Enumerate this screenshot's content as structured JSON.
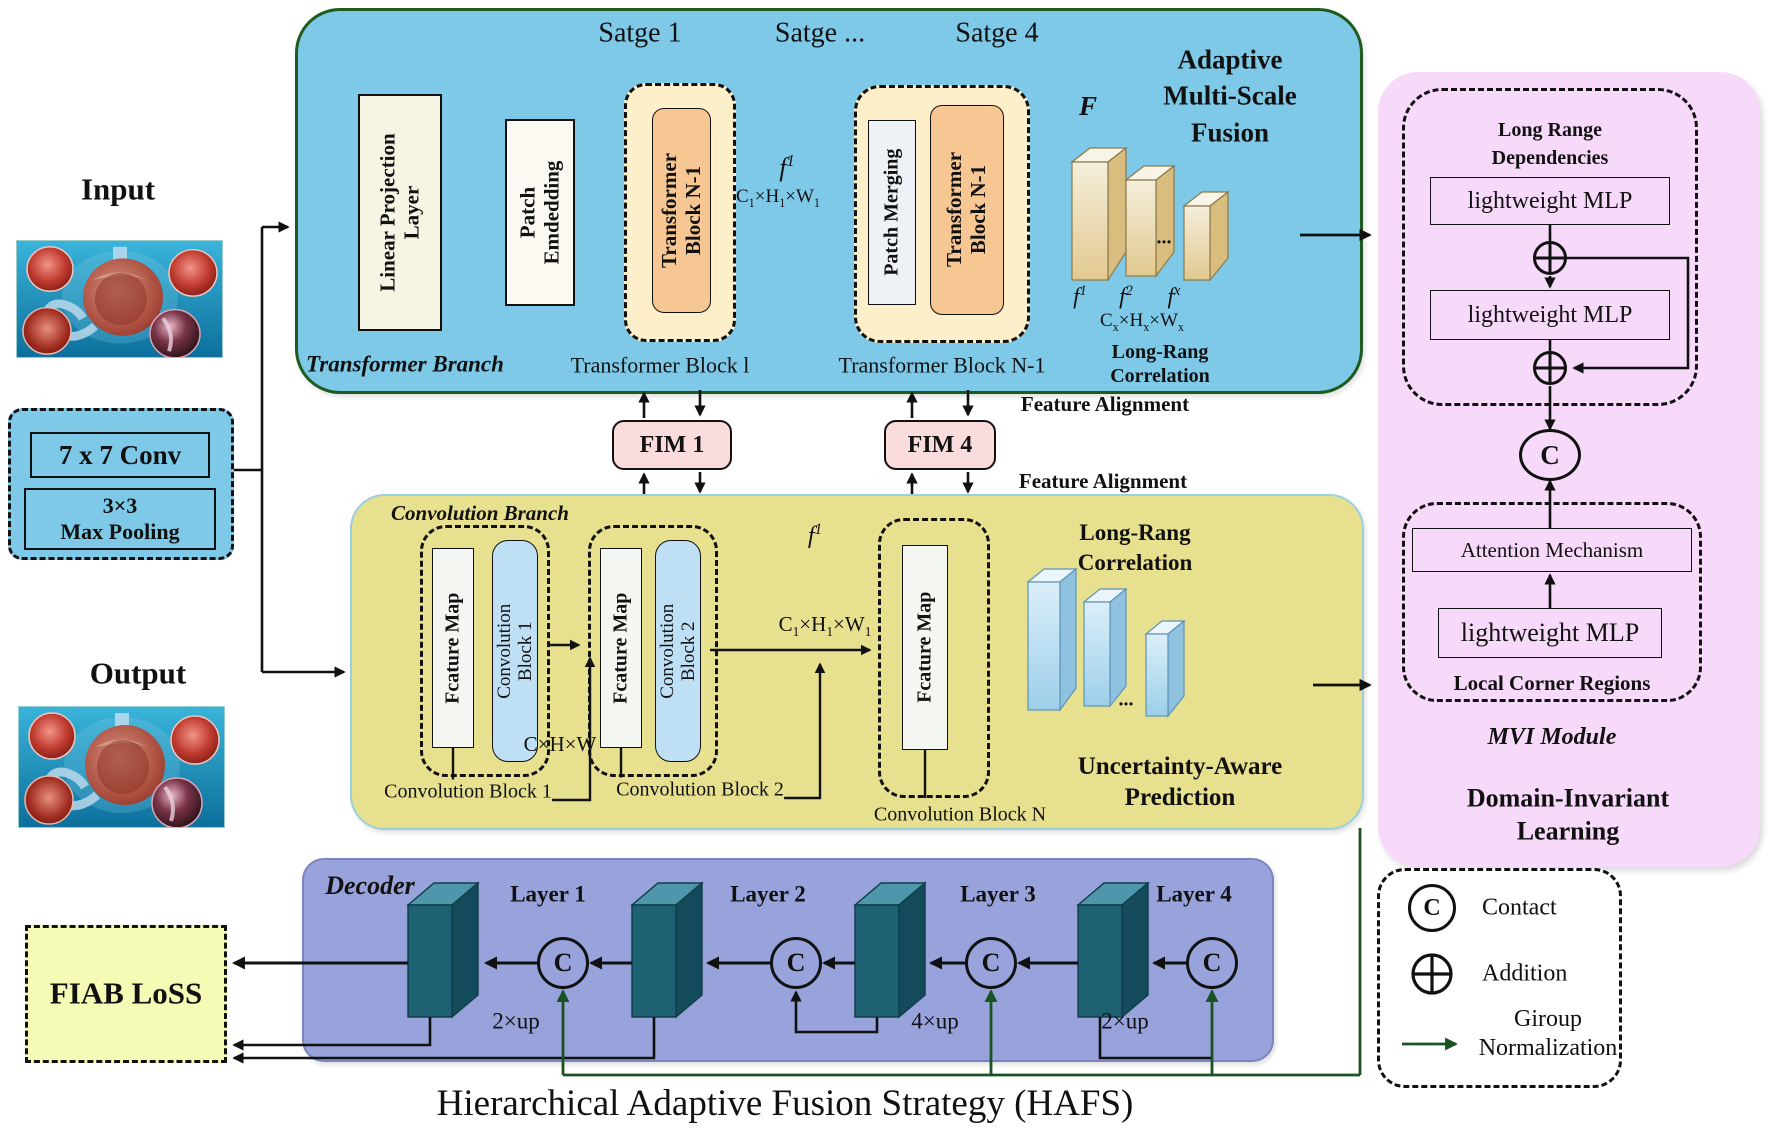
{
  "input": {
    "label": "Input"
  },
  "output": {
    "label": "Output"
  },
  "stem": {
    "conv": "7 x 7 Conv",
    "pool": "3×3\nMax Pooling"
  },
  "transformer_branch": {
    "stage_labels": [
      "Satge 1",
      "Satge ...",
      "Satge 4"
    ],
    "fusion_title": "Adaptive\nMulti-Scale\nFusion",
    "branch_label": "Transformer Branch",
    "linear_projection": "Linear Projection\nLayer",
    "patch_embedding": "Patch\nEmdedding",
    "block1_inner": "Transformer\nBlock N-1",
    "block1_caption": "Transformer Block l",
    "patch_merging": "Patch Merging",
    "blockN_inner": "Transformer\nBlock N-1",
    "blockN_caption": "Transformer Block N-1",
    "f1": "f1",
    "dim1": "C1×H1×W1",
    "F": "F",
    "feat1": "f1",
    "feat2": "f2",
    "featx": "fx",
    "dots": "...",
    "dimx": "Cx×Hx×Wx",
    "long_rang": "Long-Rang\nCorrelation"
  },
  "fim": {
    "fim1": "FIM 1",
    "fim4": "FIM 4",
    "alignment_top": "Feature Alignment",
    "alignment_bottom": "Feature Alignment"
  },
  "convolution_branch": {
    "branch_label": "Convolution Branch",
    "map1": "Fcature Map",
    "conv1": "Convolution\nBlock 1",
    "caption1": "Convolution Block 1",
    "map2": "Fcature Map",
    "conv2": "Convolution\nBlock 2",
    "caption2": "Convolution Block 2",
    "mapN": "Fcature Map",
    "captionN": "Convolution Block N",
    "dim0": "C×H×W",
    "f1": "f1",
    "dim1": "C1×H1×W1",
    "dots": "...",
    "long_rang": "Long-Rang\nCorrelation",
    "uncertainty": "Uncertainty-Aware\nPrediction"
  },
  "mvi": {
    "long_range_title": "Long Range\nDependencies",
    "mlp1": "lightweight MLP",
    "mlp2": "lightweight MLP",
    "concat": "C",
    "attention": "Attention Mechanism",
    "mlp3": "lightweight MLP",
    "local_title": "Local Corner Regions",
    "module_label": "MVI Module",
    "panel_label": "Domain-Invariant Learning"
  },
  "decoder": {
    "label": "Decoder",
    "layers": [
      "Layer 1",
      "Layer 2",
      "Layer 3",
      "Layer 4"
    ],
    "concat": "C",
    "up1": "2×up",
    "up2": "4×up",
    "up3": "2×up"
  },
  "loss": {
    "label": "FIAB LoSS"
  },
  "legend": {
    "contact_symbol": "C",
    "contact": "Contact",
    "addition": "Addition",
    "group_norm": "Giroup\nNormalization"
  },
  "caption": "Hierarchical Adaptive Fusion Strategy (HAFS)",
  "colors": {
    "transformer_panel": "#7EC9E8",
    "conv_panel": "#E7E08F",
    "mvi_panel": "#F7D9F9",
    "decoder_panel": "#98A2DB",
    "loss_box": "#F5FAB4",
    "fim_box": "#FADCDC",
    "stage_container": "#FCEFC9",
    "transformer_block": "#F6C693",
    "conv_block": "#BFDFF5",
    "accent_green": "#1A5223",
    "slab_teal": "#1D6173"
  }
}
